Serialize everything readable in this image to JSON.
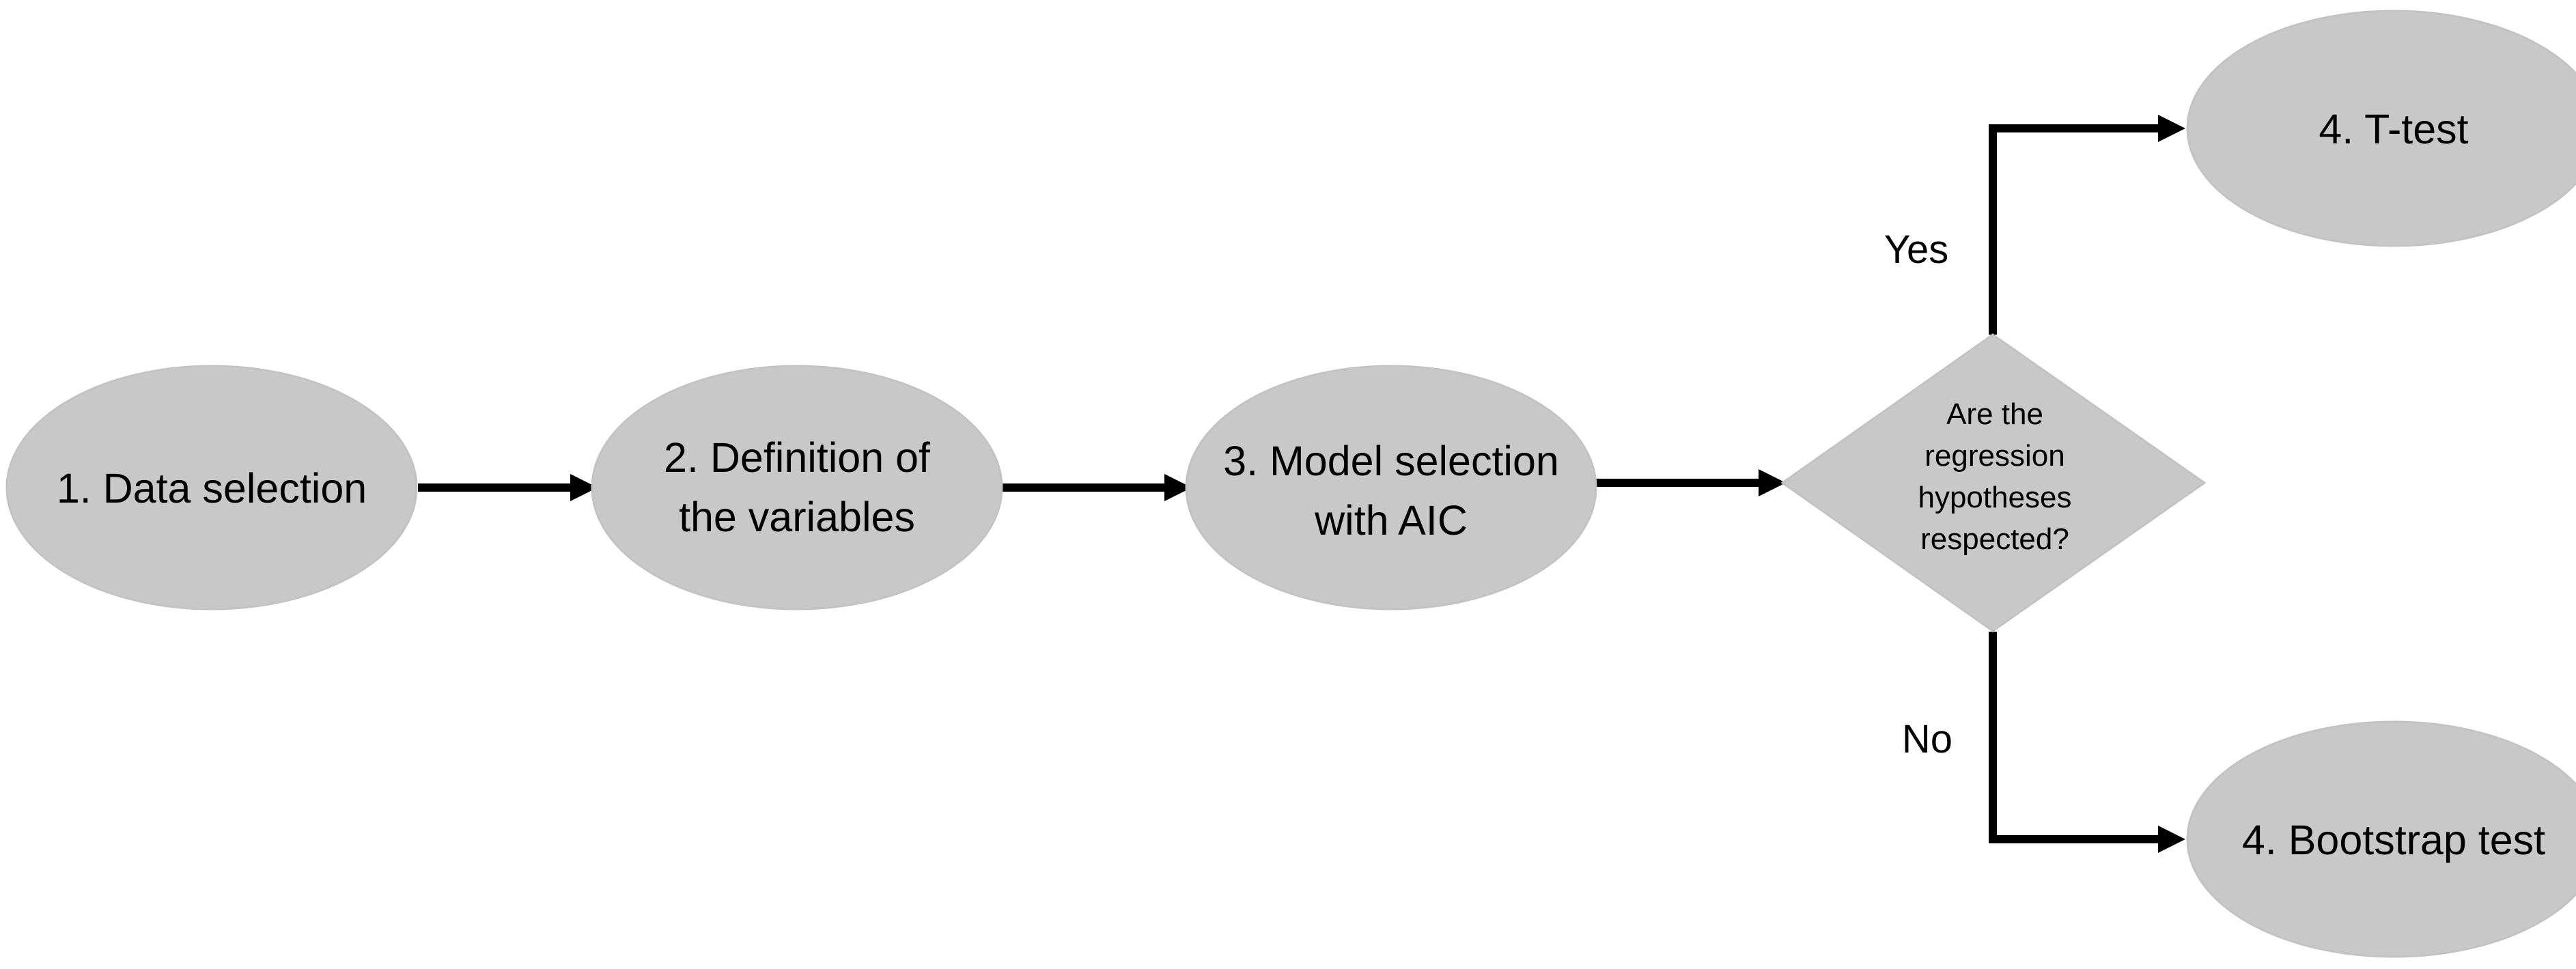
{
  "nodes": {
    "data_selection": {
      "label": "1. Data selection"
    },
    "definition_variables": {
      "line1": "2. Definition of",
      "line2": "the variables"
    },
    "model_selection": {
      "line1": "3. Model selection",
      "line2": "with AIC"
    },
    "decision": {
      "line1": "Are the",
      "line2": "regression",
      "line3": "hypotheses",
      "line4": "respected?"
    },
    "t_test": {
      "label": "4. T-test"
    },
    "bootstrap_test": {
      "label": "4. Bootstrap test"
    }
  },
  "edges": {
    "yes_label": "Yes",
    "no_label": "No"
  },
  "colors": {
    "node_fill": "#c8c8c8",
    "connector": "#000000",
    "text": "#000000"
  }
}
